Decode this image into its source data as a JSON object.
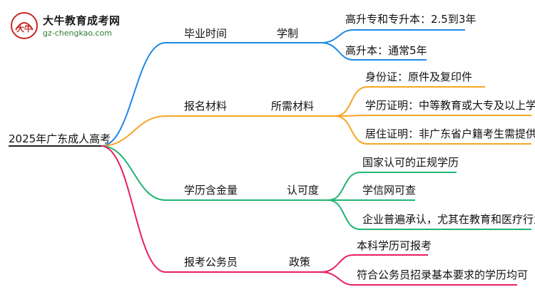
{
  "logo": {
    "glyph": "大牛",
    "title": "大牛教育成考网",
    "url": "gz-chengkao.com"
  },
  "root": "2025年广东成人高考",
  "colors": {
    "blue": "#1e88e5",
    "orange": "#f5a623",
    "green": "#22b573",
    "pink": "#e91e63",
    "root_line": "#222222"
  },
  "branches": [
    {
      "label": "毕业时间",
      "sub": "学制",
      "leaves": [
        "高升专和专升本：2.5到3年",
        "高升本：通常5年"
      ]
    },
    {
      "label": "报名材料",
      "sub": "所需材料",
      "leaves": [
        "身份证：原件及复印件",
        "学历证明：中等教育或大专及以上学历",
        "居住证明：非广东省户籍考生需提供"
      ]
    },
    {
      "label": "学历含金量",
      "sub": "认可度",
      "leaves": [
        "国家认可的正规学历",
        "学信网可查",
        "企业普遍承认，尤其在教育和医疗行业"
      ]
    },
    {
      "label": "报考公务员",
      "sub": "政策",
      "leaves": [
        "本科学历可报考",
        "符合公务员招录基本要求的学历均可"
      ]
    }
  ]
}
